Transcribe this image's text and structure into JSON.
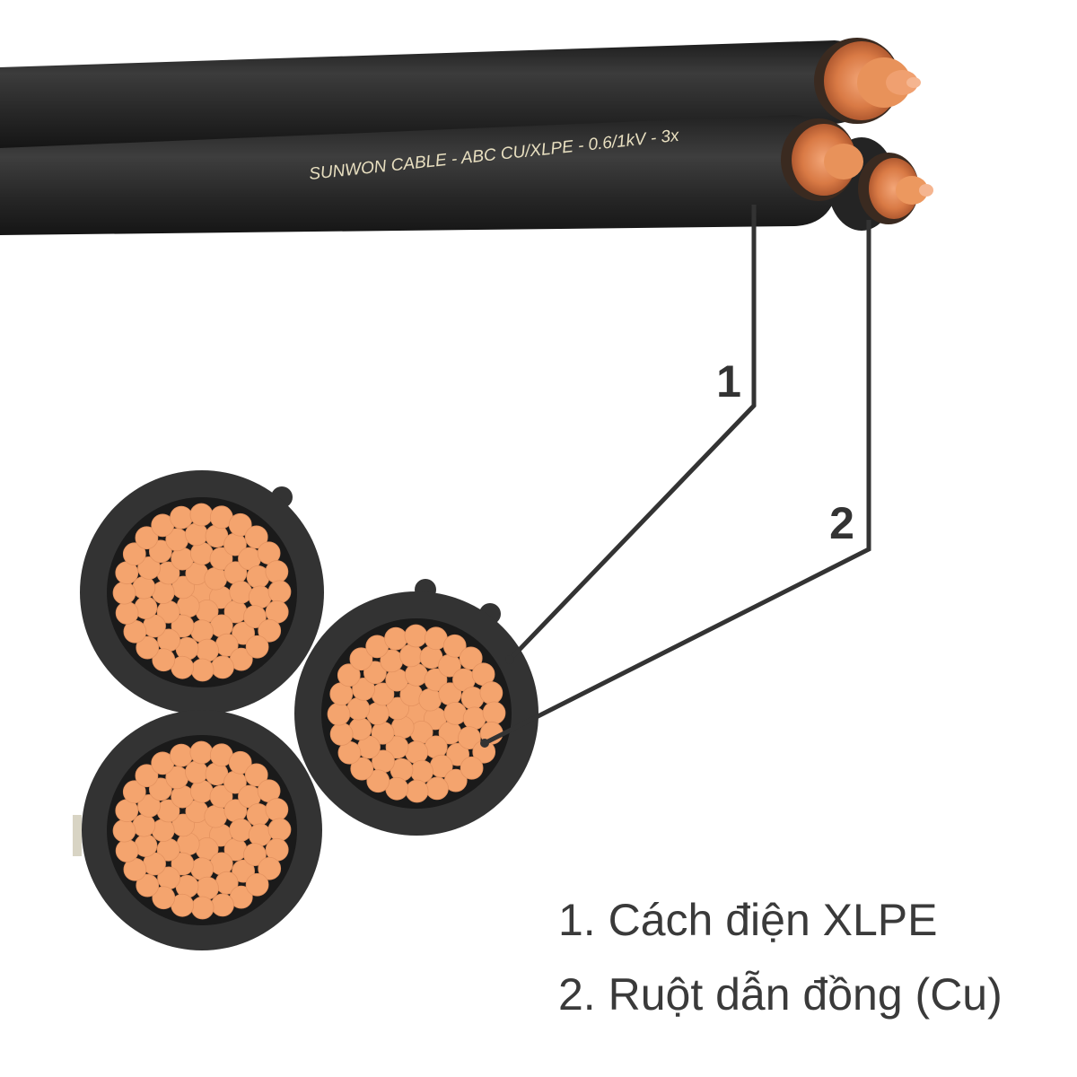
{
  "cable": {
    "print_text": "SUNWON CABLE - ABC CU/XLPE - 0.6/1kV - 3x"
  },
  "callouts": [
    {
      "number": "1"
    },
    {
      "number": "2"
    }
  ],
  "legend": [
    {
      "number": "1.",
      "text": "Cách điện XLPE"
    },
    {
      "number": "2.",
      "text": "Ruột dẫn đồng (Cu)"
    }
  ],
  "colors": {
    "insulation": "#333333",
    "copper_cross_section": "#f4a46e",
    "copper_end": "#d9783f",
    "leader_line": "#333333",
    "legend_text": "#3a3a3a",
    "background": "#ffffff"
  },
  "icons": [
    "cable-icon",
    "conductor-icon"
  ]
}
